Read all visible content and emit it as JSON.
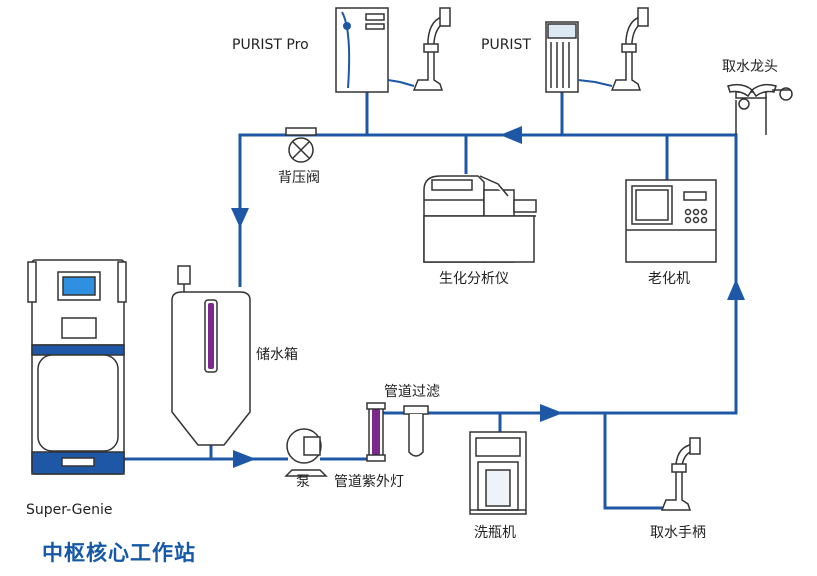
{
  "title": "中枢核心工作站",
  "colors": {
    "pipe": "#1d57a6",
    "outline": "#333333",
    "purple": "#7b2a8c",
    "screen": "#2f8fe0"
  },
  "labels": {
    "purist_pro": "PURIST Pro",
    "purist": "PURIST",
    "tap_faucet": "取水龙头",
    "back_pressure_valve": "背压阀",
    "biochem_analyzer": "生化分析仪",
    "aging_machine": "老化机",
    "water_tank": "储水箱",
    "pipe_filter": "管道过滤",
    "pump": "泵",
    "pipe_uv_lamp": "管道紫外灯",
    "bottle_washer": "洗瓶机",
    "water_handle": "取水手柄",
    "super_genie": "Super-Genie"
  }
}
